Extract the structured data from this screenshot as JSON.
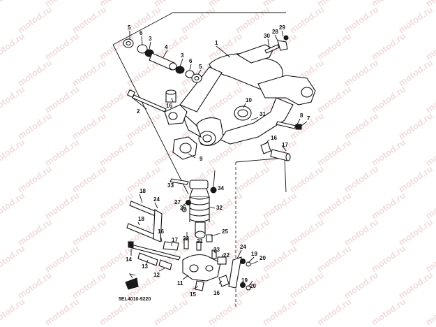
{
  "watermark": "motod.ru",
  "diagram_code": "5EL4010-9220",
  "callouts": [
    "1",
    "2",
    "3",
    "4",
    "5",
    "6",
    "7",
    "8",
    "9",
    "10",
    "11",
    "12",
    "13",
    "14",
    "15",
    "16",
    "17",
    "18",
    "19",
    "20",
    "21",
    "22",
    "23",
    "24",
    "25",
    "26",
    "27",
    "28",
    "29",
    "30",
    "31",
    "32",
    "33",
    "34"
  ]
}
